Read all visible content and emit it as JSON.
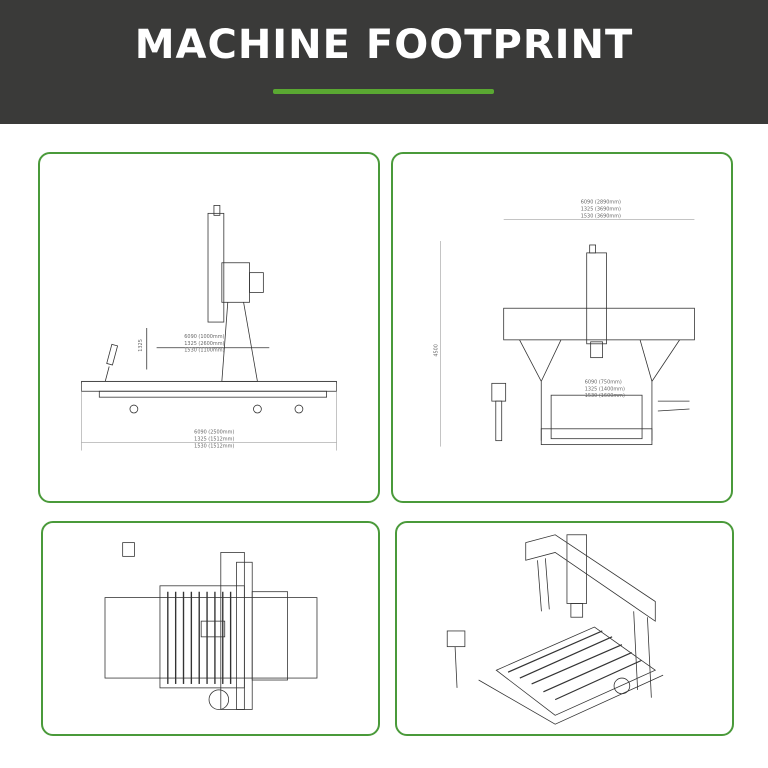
{
  "header": {
    "title": "MACHINE FOOTPRINT",
    "accent_color": "#5aa832",
    "background_color": "#3a3a39"
  },
  "panels": [
    {
      "view": "side",
      "dims_top": [
        "6090 (1000mm)",
        "1325 (2600mm)",
        "1530 (1100mm)"
      ],
      "dims_bottom": [
        "6090 (2500mm)",
        "1325 (1512mm)",
        "1530 (1512mm)"
      ],
      "dim_vertical": "1325"
    },
    {
      "view": "front",
      "dims_top": [
        "6090 (2890mm)",
        "1325 (3690mm)",
        "1530 (3690mm)"
      ],
      "dims_mid": [
        "6090 (750mm)",
        "1325 (1400mm)",
        "1530 (1600mm)"
      ],
      "dim_vertical": "4500"
    },
    {
      "view": "top"
    },
    {
      "view": "isometric"
    }
  ]
}
